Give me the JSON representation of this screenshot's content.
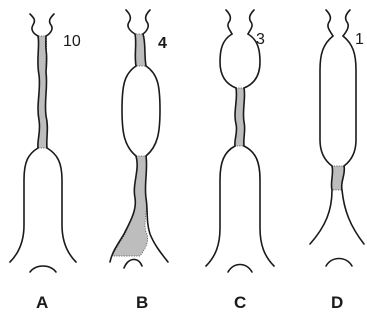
{
  "panels": [
    {
      "letter": "A",
      "number": "10"
    },
    {
      "letter": "B",
      "number": "4"
    },
    {
      "letter": "C",
      "number": "3"
    },
    {
      "letter": "D",
      "number": "1"
    }
  ],
  "colors": {
    "ink": "#1a1a1a",
    "thrombus": "#bdbdbd",
    "background": "#ffffff"
  }
}
